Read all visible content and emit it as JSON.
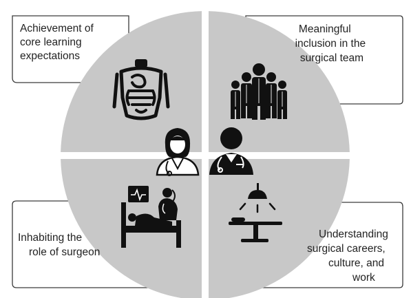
{
  "colors": {
    "quadrant_fill": "#c8c8c8",
    "box_stroke": "#3a3a3a",
    "icon": "#111111",
    "background": "#ffffff"
  },
  "quadrants": [
    {
      "position": "top-left",
      "icon": "human-torso-anatomy-icon",
      "label_lines": [
        "Achievement of",
        "core learning",
        "expectations"
      ]
    },
    {
      "position": "top-right",
      "icon": "surgical-team-group-icon",
      "label_lines": [
        "Meaningful",
        "inclusion in the",
        "surgical team"
      ]
    },
    {
      "position": "bottom-left",
      "icon": "patient-in-bed-with-doctor-icon",
      "label_lines": [
        "Inhabiting the",
        "role of surgeon"
      ]
    },
    {
      "position": "bottom-right",
      "icon": "operating-table-with-lamp-icon",
      "label_lines": [
        "Understanding",
        "surgical careers,",
        "culture, and",
        "work"
      ]
    }
  ],
  "center_icons": [
    "female-surgeon-icon",
    "male-surgeon-icon"
  ]
}
